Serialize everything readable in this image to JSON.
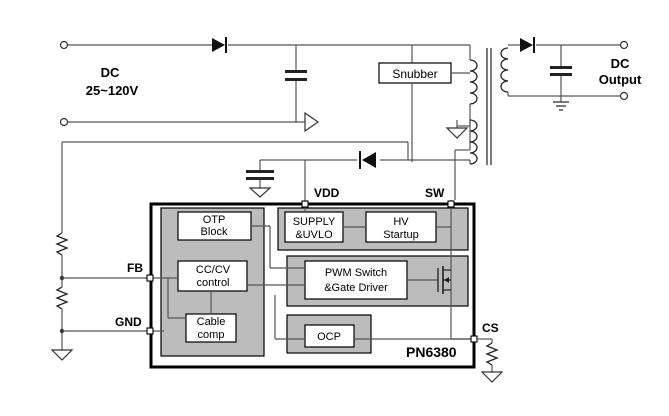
{
  "labels": {
    "dc_in_line1": "DC",
    "dc_in_line2": "25~120V",
    "dc_out_line1": "DC",
    "dc_out_line2": "Output",
    "snubber": "Snubber",
    "vdd": "VDD",
    "sw": "SW",
    "fb": "FB",
    "gnd": "GND",
    "cs": "CS",
    "chip_name": "PN6380"
  },
  "blocks": {
    "otp_line1": "OTP",
    "otp_line2": "Block",
    "supply_line1": "SUPPLY",
    "supply_line2": "&UVLO",
    "hv_line1": "HV",
    "hv_line2": "Startup",
    "cccv_line1": "CC/CV",
    "cccv_line2": "control",
    "cable_line1": "Cable",
    "cable_line2": "comp",
    "pwm_line1": "PWM Switch",
    "pwm_line2": "&Gate Driver",
    "ocp": "OCP"
  }
}
